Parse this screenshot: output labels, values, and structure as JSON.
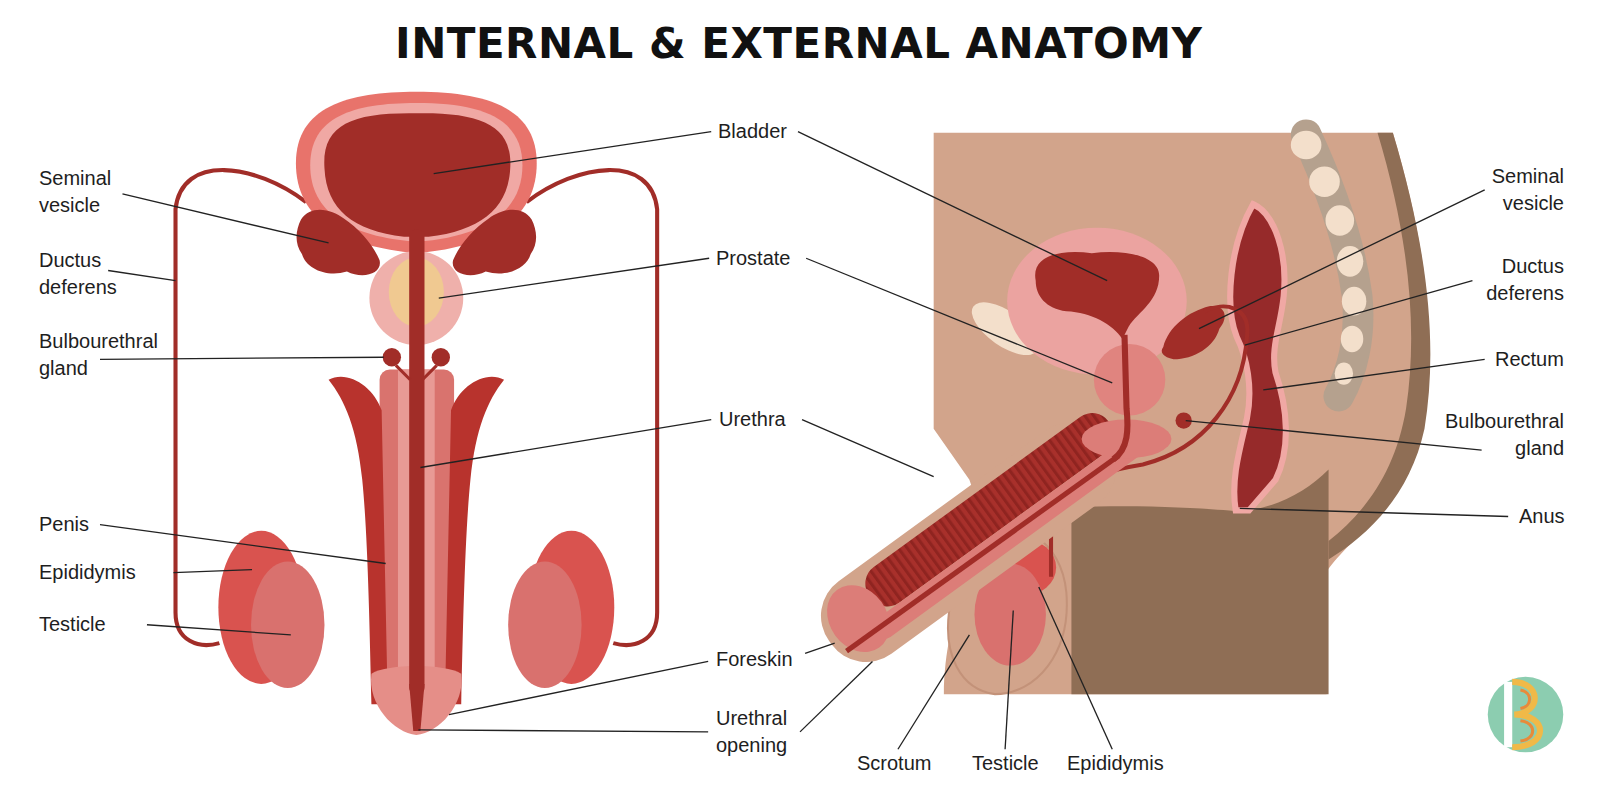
{
  "diagram": {
    "title": "INTERNAL & EXTERNAL ANATOMY",
    "labels": [
      "Seminal vesicle",
      "Ductus deferens",
      "Bulbourethral gland",
      "Penis",
      "Epididymis",
      "Testicle",
      "Bladder",
      "Prostate",
      "Urethra",
      "Foreskin",
      "Urethral opening",
      "Seminal vesicle",
      "Ductus deferens",
      "Rectum",
      "Bulbourethral gland",
      "Anus",
      "Scrotum",
      "Testicle",
      "Epididymis"
    ]
  }
}
